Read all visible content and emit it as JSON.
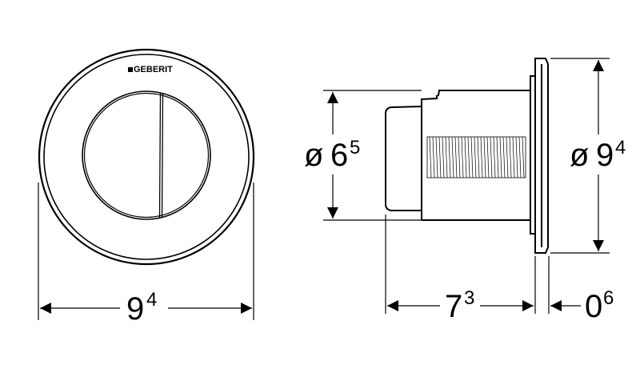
{
  "front_view": {
    "logo": "GEBERIT",
    "width_dimension": {
      "main": "9",
      "sup": "4"
    }
  },
  "side_view": {
    "body_diameter": {
      "prefix": "ø",
      "main": "6",
      "sup": "5"
    },
    "flange_diameter": {
      "prefix": "ø",
      "main": "9",
      "sup": "4"
    },
    "depth": {
      "main": "7",
      "sup": "3"
    },
    "flange_thickness": {
      "main": "0",
      "sup": "6"
    }
  }
}
